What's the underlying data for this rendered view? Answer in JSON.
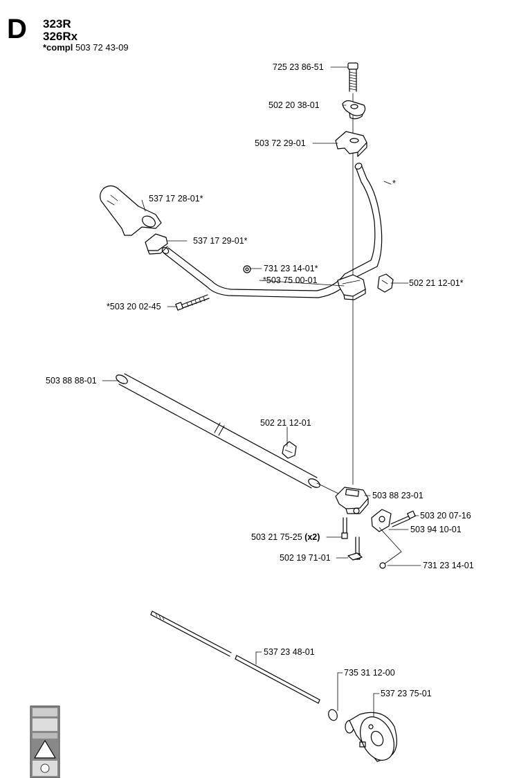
{
  "header": {
    "section": "D",
    "models": [
      "323R",
      "326Rx"
    ],
    "compl_prefix": "*compl",
    "compl_number": "503 72 43-09"
  },
  "parts": [
    {
      "id": "p1",
      "label": "725 23 86-51"
    },
    {
      "id": "p2",
      "label": "502 20 38-01"
    },
    {
      "id": "p3",
      "label": "503 72 29-01"
    },
    {
      "id": "p4",
      "label": "*"
    },
    {
      "id": "p5",
      "label": "537 17 28-01*"
    },
    {
      "id": "p6",
      "label": "537 17 29-01*"
    },
    {
      "id": "p7",
      "label": "731 23 14-01*"
    },
    {
      "id": "p8",
      "label": "*503 75 00-01"
    },
    {
      "id": "p9",
      "label": "502 21 12-01*"
    },
    {
      "id": "p10",
      "label": "*503 20 02-45"
    },
    {
      "id": "p11",
      "label": "503 88 88-01"
    },
    {
      "id": "p12",
      "label": "502 21 12-01"
    },
    {
      "id": "p13",
      "label": "503 88 23-01"
    },
    {
      "id": "p14",
      "label": "503 20 07-16"
    },
    {
      "id": "p15",
      "label": "503 94 10-01"
    },
    {
      "id": "p16",
      "label": "503 21 75-25",
      "qty": "(x2)"
    },
    {
      "id": "p17",
      "label": "502 19 71-01"
    },
    {
      "id": "p18",
      "label": "731 23 14-01"
    },
    {
      "id": "p19",
      "label": "537 23 48-01"
    },
    {
      "id": "p20",
      "label": "735 31 12-00"
    },
    {
      "id": "p21",
      "label": "537 23 75-01"
    }
  ]
}
